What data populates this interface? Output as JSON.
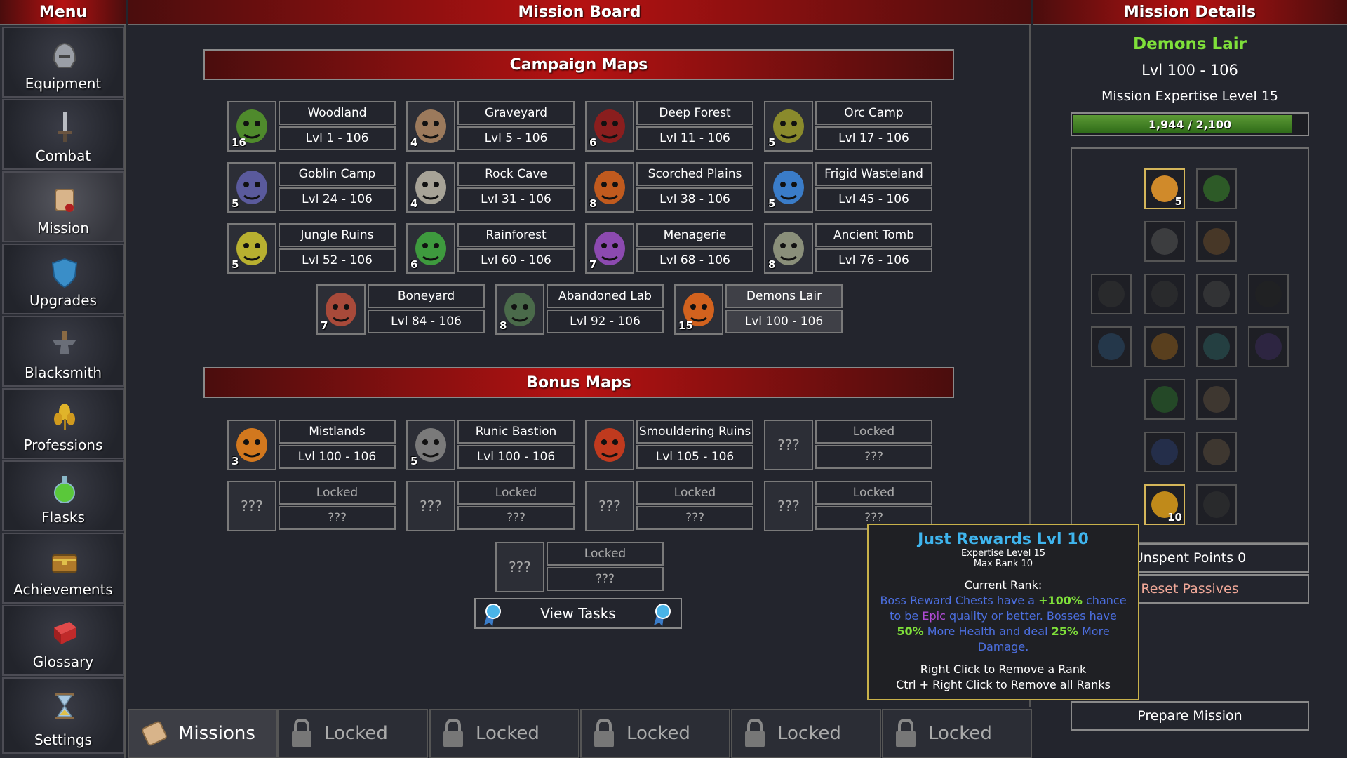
{
  "headers": {
    "menu": "Menu",
    "board": "Mission Board",
    "details": "Mission Details"
  },
  "sidebar": {
    "items": [
      {
        "label": "Equipment",
        "icon": "helmet-icon"
      },
      {
        "label": "Combat",
        "icon": "sword-icon"
      },
      {
        "label": "Mission",
        "icon": "scroll-icon"
      },
      {
        "label": "Upgrades",
        "icon": "shield-icon"
      },
      {
        "label": "Blacksmith",
        "icon": "anvil-icon"
      },
      {
        "label": "Professions",
        "icon": "wheat-icon"
      },
      {
        "label": "Flasks",
        "icon": "flask-icon"
      },
      {
        "label": "Achievements",
        "icon": "chest-icon"
      },
      {
        "label": "Glossary",
        "icon": "book-icon"
      },
      {
        "label": "Settings",
        "icon": "hourglass-icon"
      }
    ]
  },
  "campaign": {
    "title": "Campaign Maps",
    "maps": [
      {
        "name": "Woodland",
        "levels": "Lvl 1 - 106",
        "rank": "16",
        "color": "#4f8a2c"
      },
      {
        "name": "Graveyard",
        "levels": "Lvl 5 - 106",
        "rank": "4",
        "color": "#9c7a5c"
      },
      {
        "name": "Deep Forest",
        "levels": "Lvl 11 - 106",
        "rank": "6",
        "color": "#8a1e1e"
      },
      {
        "name": "Orc Camp",
        "levels": "Lvl 17 - 106",
        "rank": "5",
        "color": "#8a8a2c"
      },
      {
        "name": "Goblin Camp",
        "levels": "Lvl 24 - 106",
        "rank": "5",
        "color": "#5a5a9c"
      },
      {
        "name": "Rock Cave",
        "levels": "Lvl 31 - 106",
        "rank": "4",
        "color": "#a7a397"
      },
      {
        "name": "Scorched Plains",
        "levels": "Lvl 38 - 106",
        "rank": "8",
        "color": "#c05a1e"
      },
      {
        "name": "Frigid Wasteland",
        "levels": "Lvl 45 - 106",
        "rank": "5",
        "color": "#3a7cc8"
      },
      {
        "name": "Jungle Ruins",
        "levels": "Lvl 52 - 106",
        "rank": "5",
        "color": "#b8b030"
      },
      {
        "name": "Rainforest",
        "levels": "Lvl 60 - 106",
        "rank": "6",
        "color": "#3e9a3e"
      },
      {
        "name": "Menagerie",
        "levels": "Lvl 68 - 106",
        "rank": "7",
        "color": "#8c4ab0"
      },
      {
        "name": "Ancient Tomb",
        "levels": "Lvl 76 - 106",
        "rank": "8",
        "color": "#8a8f7a"
      },
      {
        "name": "Boneyard",
        "levels": "Lvl 84 - 106",
        "rank": "7",
        "color": "#a84a3a"
      },
      {
        "name": "Abandoned Lab",
        "levels": "Lvl 92 - 106",
        "rank": "8",
        "color": "#4a6a4a"
      },
      {
        "name": "Demons Lair",
        "levels": "Lvl 100 - 106",
        "rank": "15",
        "color": "#d2621e"
      }
    ]
  },
  "bonus": {
    "title": "Bonus Maps",
    "maps": [
      {
        "name": "Mistlands",
        "levels": "Lvl 100 - 106",
        "rank": "3",
        "color": "#d2781e"
      },
      {
        "name": "Runic Bastion",
        "levels": "Lvl 100 - 106",
        "rank": "5",
        "color": "#7a7a7a"
      },
      {
        "name": "Smouldering Ruins",
        "levels": "Lvl 105 - 106",
        "rank": "",
        "color": "#c03a1e"
      },
      {
        "name": "Locked",
        "levels": "???",
        "icon": "???"
      },
      {
        "name": "Locked",
        "levels": "???",
        "icon": "???"
      },
      {
        "name": "Locked",
        "levels": "???",
        "icon": "???"
      },
      {
        "name": "Locked",
        "levels": "???",
        "icon": "???"
      },
      {
        "name": "Locked",
        "levels": "???",
        "icon": "???"
      },
      {
        "name": "Locked",
        "levels": "???",
        "icon": "???"
      }
    ]
  },
  "view_tasks": "View Tasks",
  "tabs": [
    {
      "label": "Missions"
    },
    {
      "label": "Locked"
    },
    {
      "label": "Locked"
    },
    {
      "label": "Locked"
    },
    {
      "label": "Locked"
    },
    {
      "label": "Locked"
    }
  ],
  "details": {
    "map_name": "Demons Lair",
    "levels": "Lvl 100 - 106",
    "expertise": "Mission Expertise Level 15",
    "xp_text": "1,944 / 2,100",
    "xp_fraction": 0.926,
    "unspent": "Unspent Points 0",
    "reset": "Reset Passives",
    "prepare": "Prepare Mission",
    "passives": [
      {
        "icon": "demon-skull-icon",
        "count": "5",
        "on": true
      },
      {
        "icon": "green-orb-icon",
        "count": "",
        "on": false
      },
      {
        "icon": "grey-chest-icon",
        "count": "",
        "on": false
      },
      {
        "icon": "brown-chest-icon",
        "count": "",
        "on": false
      },
      {
        "icon": "horned-skull-icon",
        "count": "",
        "on": false
      },
      {
        "icon": "bull-skull-icon",
        "count": "",
        "on": false
      },
      {
        "icon": "ghost-icon",
        "count": "",
        "on": false
      },
      {
        "icon": "dark-moon-icon",
        "count": "",
        "on": false
      },
      {
        "icon": "blue-demon-icon",
        "count": "",
        "on": false
      },
      {
        "icon": "gold-bull-icon",
        "count": "",
        "on": false
      },
      {
        "icon": "teal-ghost-icon",
        "count": "",
        "on": false
      },
      {
        "icon": "purple-moon-icon",
        "count": "",
        "on": false
      },
      {
        "icon": "leaf-icon",
        "count": "",
        "on": false
      },
      {
        "icon": "hand-icon",
        "count": "",
        "on": false
      },
      {
        "icon": "shield-icon",
        "count": "",
        "on": false
      },
      {
        "icon": "tree-icon",
        "count": "",
        "on": false
      },
      {
        "icon": "just-rewards-icon",
        "count": "10",
        "on": true
      },
      {
        "icon": "skulls-icon",
        "count": "",
        "on": false
      }
    ]
  },
  "tooltip": {
    "title": "Just Rewards Lvl 10",
    "expertise": "Expertise Level 15",
    "maxrank": "Max Rank 10",
    "current": "Current Rank:",
    "d1": "Boss Reward Chests have a ",
    "d2": "+100%",
    "d3": " chance to be ",
    "d4": "Epic",
    "d5": " quality or better. Bosses have ",
    "d6": "50%",
    "d7": " More Health and deal ",
    "d8": "25%",
    "d9": " More Damage.",
    "hint1": "Right Click to Remove a Rank",
    "hint2": "Ctrl + Right Click to Remove all Ranks"
  },
  "colors": {
    "accent_red": "#b51212",
    "highlight_green": "#7fe03a",
    "tooltip_blue": "#3fb5ee",
    "gold_border": "#c8b14a"
  }
}
